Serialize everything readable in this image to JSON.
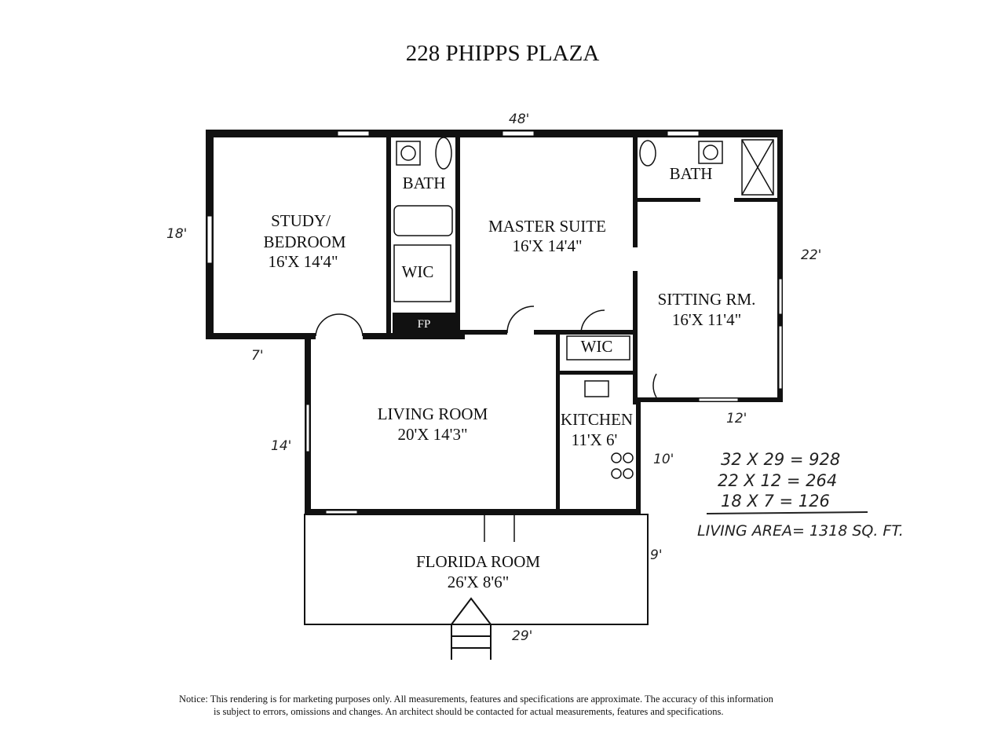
{
  "title": "228 PHIPPS PLAZA",
  "rooms": {
    "study": {
      "name1": "STUDY/",
      "name2": "BEDROOM",
      "size": "16'X 14'4\""
    },
    "bath1": {
      "name": "BATH"
    },
    "master": {
      "name": "MASTER SUITE",
      "size": "16'X 14'4\""
    },
    "bath2": {
      "name": "BATH"
    },
    "wic1": {
      "name": "WIC"
    },
    "wic2": {
      "name": "WIC"
    },
    "fp": {
      "name": "FP"
    },
    "sitting": {
      "name": "SITTING RM.",
      "size": "16'X 11'4\""
    },
    "living": {
      "name": "LIVING ROOM",
      "size": "20'X 14'3\""
    },
    "kitchen": {
      "name": "KITCHEN",
      "size": "11'X 6'"
    },
    "florida": {
      "name": "FLORIDA ROOM",
      "size": "26'X 8'6\""
    }
  },
  "dimensions": {
    "top": "48'",
    "left_study": "18'",
    "study_bottom": "7'",
    "left_living": "14'",
    "right": "22'",
    "sitting_bottom": "12'",
    "kitchen_right": "10'",
    "florida_right": "9'",
    "florida_bottom": "29'"
  },
  "calculations": {
    "line1": "32 X 29 = 928",
    "line2": "22 X 12 = 264",
    "line3": "18 X 7 = 126",
    "total": "LIVING AREA= 1318 SQ. FT."
  },
  "notice": {
    "line1": "Notice: This rendering is for marketing purposes only. All measurements, features and specifications are approximate. The accuracy of this information",
    "line2": "is subject to errors, omissions and changes. An architect should be contacted for actual measurements, features and specifications."
  }
}
